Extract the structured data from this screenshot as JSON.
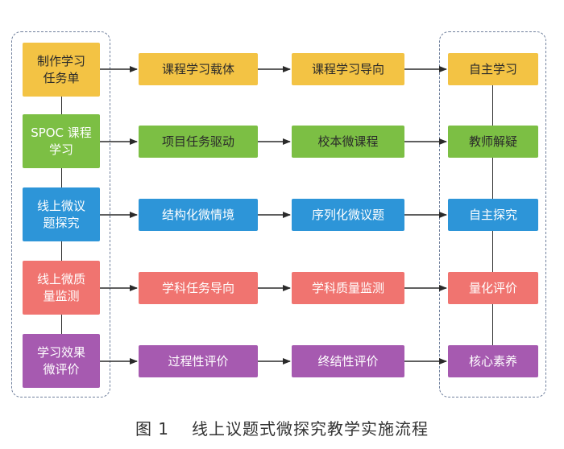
{
  "diagram": {
    "left_column": [
      {
        "label": "制作学习\n任务单",
        "color": "yellow"
      },
      {
        "label": "SPOC 课程\n学习",
        "color": "green"
      },
      {
        "label": "线上微议\n题探究",
        "color": "blue"
      },
      {
        "label": "线上微质\n量监测",
        "color": "red"
      },
      {
        "label": "学习效果\n微评价",
        "color": "purple"
      }
    ],
    "middle_column_1": [
      {
        "label": "课程学习载体",
        "color": "yellow"
      },
      {
        "label": "项目任务驱动",
        "color": "green"
      },
      {
        "label": "结构化微情境",
        "color": "blue"
      },
      {
        "label": "学科任务导向",
        "color": "red"
      },
      {
        "label": "过程性评价",
        "color": "purple"
      }
    ],
    "middle_column_2": [
      {
        "label": "课程学习导向",
        "color": "yellow"
      },
      {
        "label": "校本微课程",
        "color": "green"
      },
      {
        "label": "序列化微议题",
        "color": "blue"
      },
      {
        "label": "学科质量监测",
        "color": "red"
      },
      {
        "label": "终结性评价",
        "color": "purple"
      }
    ],
    "right_column": [
      {
        "label": "自主学习",
        "color": "yellow"
      },
      {
        "label": "教师解疑",
        "color": "green"
      },
      {
        "label": "自主探究",
        "color": "blue"
      },
      {
        "label": "量化评价",
        "color": "red"
      },
      {
        "label": "核心素养",
        "color": "purple"
      }
    ],
    "colors": {
      "yellow": "#f3c344",
      "green": "#7cbf44",
      "blue": "#2d95d8",
      "red": "#f07470",
      "purple": "#a65ab0",
      "arrow": "#2a2a2a",
      "group_border": "#6f7f9c"
    }
  },
  "caption": {
    "number": "图 1",
    "title": "线上议题式微探究教学实施流程"
  }
}
